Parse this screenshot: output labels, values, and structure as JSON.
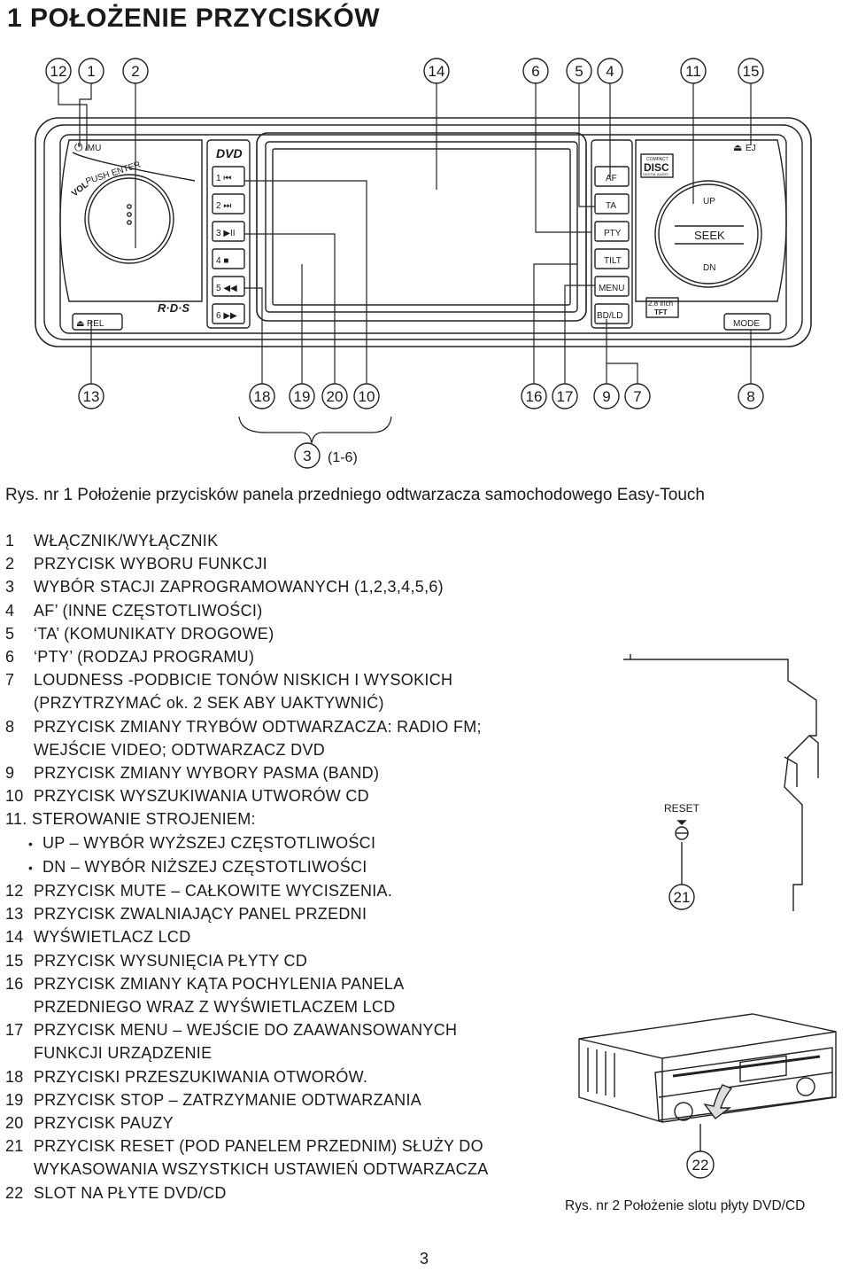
{
  "page": {
    "title": "1 POŁOŻENIE PRZYCISKÓW",
    "page_number": "3"
  },
  "figure1": {
    "caption": "Rys. nr 1 Położenie przycisków panela przedniego odtwarzacza samochodowego Easy-Touch",
    "top_callouts": [
      "12",
      "1",
      "2",
      "14",
      "6",
      "5",
      "4",
      "11",
      "15"
    ],
    "bottom_callouts": [
      "13",
      "18",
      "19",
      "20",
      "10",
      "16",
      "17",
      "9",
      "7",
      "8"
    ],
    "group_callout": "3",
    "group_range": "(1-6)",
    "panel": {
      "power_label": "/MU",
      "eject_label": "EJ",
      "vol_label": "VOL",
      "push_enter_label": "PUSH ENTER",
      "rel_label": "REL",
      "rds_label": "R·D·S",
      "dvd_logo": "DVD",
      "preset_buttons": [
        "1 ⏮",
        "2 ⏭",
        "3 ▶II",
        "4 ■",
        "5 ◀◀",
        "6 ▶▶"
      ],
      "right_buttons": [
        "AF",
        "TA",
        "PTY",
        "TILT",
        "MENU",
        "BD/LD"
      ],
      "disc_logo_top": "COMPACT",
      "disc_logo_main": "DISC",
      "disc_logo_bottom": "DIGITAL AUDIO",
      "up_label": "UP",
      "seek_label": "SEEK",
      "dn_label": "DN",
      "mode_label": "MODE",
      "screen_size": "2.8 inch",
      "screen_type": "TFT"
    }
  },
  "legend": [
    {
      "num": "1",
      "text": "WŁĄCZNIK/WYŁĄCZNIK"
    },
    {
      "num": "2",
      "text": "PRZYCISK WYBORU FUNKCJI"
    },
    {
      "num": "3",
      "text": "WYBÓR STACJI ZAPROGRAMOWANYCH (1,2,3,4,5,6)"
    },
    {
      "num": "4",
      "text": "AF’ (INNE CZĘSTOTLIWOŚCI)"
    },
    {
      "num": "5",
      "text": "‘TA’ (KOMUNIKATY DROGOWE)"
    },
    {
      "num": "6",
      "text": "‘PTY’ (RODZAJ PROGRAMU)"
    },
    {
      "num": "7",
      "text": "LOUDNESS -PODBICIE TONÓW NISKICH I WYSOKICH",
      "cont": "(PRZYTRZYMAĆ ok. 2 SEK ABY UAKTYWNIĆ)"
    },
    {
      "num": "8",
      "text": "PRZYCISK ZMIANY TRYBÓW ODTWARZACZA: RADIO FM;",
      "cont": "WEJŚCIE VIDEO; ODTWARZACZ DVD"
    },
    {
      "num": "9",
      "text": "PRZYCISK ZMIANY WYBORY PASMA (BAND)"
    },
    {
      "num": "10",
      "text": "PRZYCISK WYSZUKIWANIA UTWORÓW CD"
    },
    {
      "num": "",
      "text": "11. STEROWANIE STROJENIEM:"
    },
    {
      "bullet": "UP – WYBÓR WYŻSZEJ CZĘSTOTLIWOŚCI"
    },
    {
      "bullet": "DN – WYBÓR NIŻSZEJ CZĘSTOTLIWOŚCI"
    },
    {
      "num": "12",
      "text": "PRZYCISK MUTE – CAŁKOWITE WYCISZENIA."
    },
    {
      "num": "13",
      "text": "PRZYCISK ZWALNIAJĄCY PANEL PRZEDNI"
    },
    {
      "num": "14",
      "text": "WYŚWIETLACZ LCD"
    },
    {
      "num": "15",
      "text": "PRZYCISK WYSUNIĘCIA PŁYTY CD"
    },
    {
      "num": "16",
      "text": "PRZYCISK ZMIANY KĄTA POCHYLENIA PANELA",
      "cont": "PRZEDNIEGO WRAZ Z WYŚWIETLACZEM LCD"
    },
    {
      "num": "17",
      "text": "PRZYCISK MENU – WEJŚCIE DO ZAAWANSOWANYCH",
      "cont": "FUNKCJI URZĄDZENIE"
    },
    {
      "num": "18",
      "text": "PRZYCISKI PRZESZUKIWANIA OTWORÓW."
    },
    {
      "num": "19",
      "text": "PRZYCISK STOP – ZATRZYMANIE ODTWARZANIA"
    },
    {
      "num": "20",
      "text": "PRZYCISK PAUZY"
    },
    {
      "num": "21",
      "text": "PRZYCISK RESET (POD PANELEM PRZEDNIM) SŁUŻY DO",
      "cont": "WYKASOWANIA WSZYSTKICH USTAWIEŃ ODTWARZACZA"
    },
    {
      "num": "22",
      "text": "SLOT NA PŁYTE DVD/CD"
    }
  ],
  "figure_reset": {
    "label": "RESET",
    "callout": "21"
  },
  "figure2": {
    "callout": "22",
    "caption": "Rys. nr 2 Położenie slotu płyty DVD/CD"
  }
}
